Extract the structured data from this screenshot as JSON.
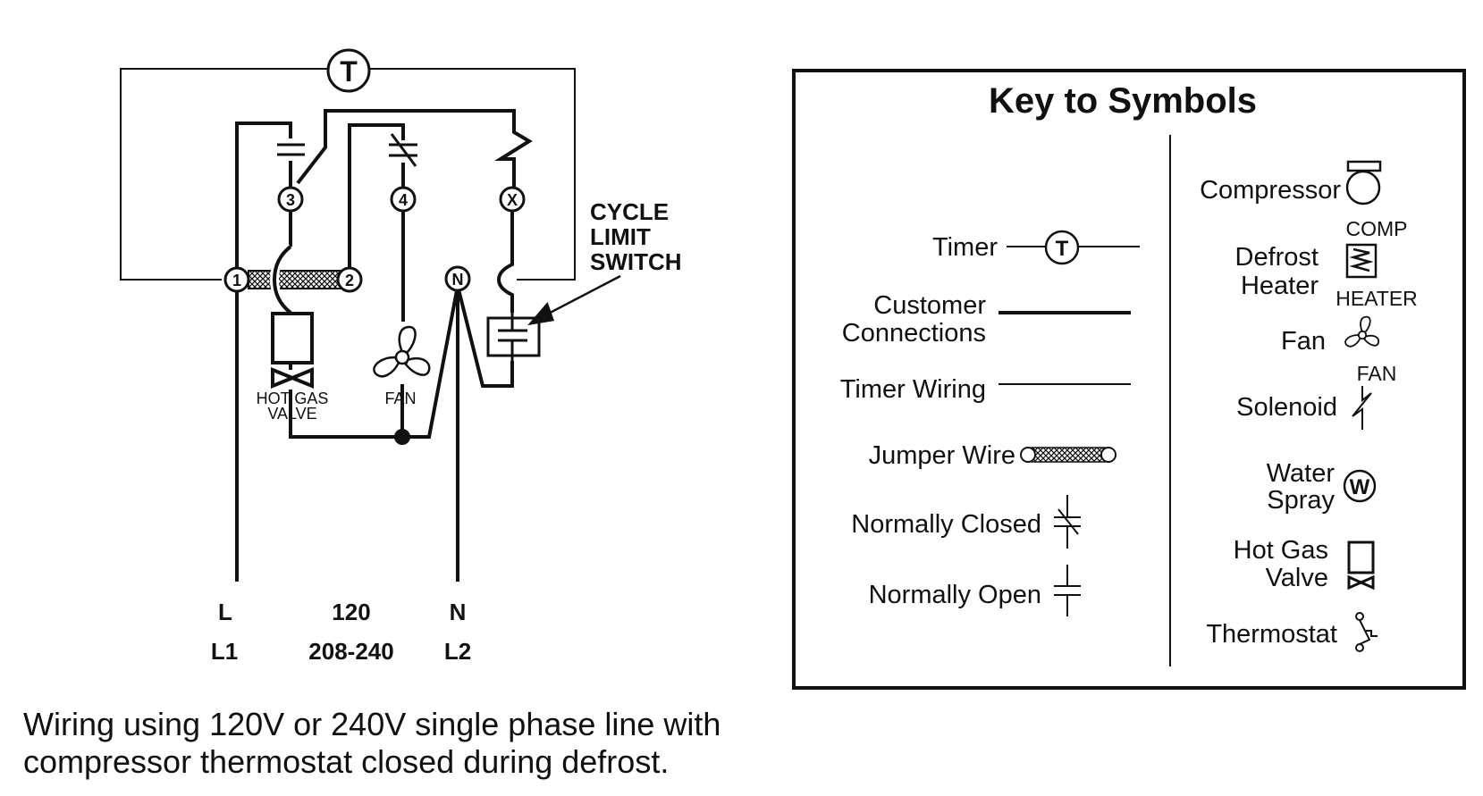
{
  "wiring": {
    "timer_symbol": "T",
    "terminals": {
      "t1": "1",
      "t2": "2",
      "t3": "3",
      "t4": "4",
      "tx": "X",
      "tn": "N"
    },
    "cycle_limit_switch": [
      "CYCLE",
      "LIMIT",
      "SWITCH"
    ],
    "hot_gas_valve": [
      "HOT GAS",
      "VALVE"
    ],
    "fan": "FAN",
    "supply_labels": {
      "row1": [
        "L",
        "120",
        "N"
      ],
      "row2": [
        "L1",
        "208-240",
        "L2"
      ]
    }
  },
  "caption": [
    "Wiring using 120V or 240V single phase line with",
    "compressor thermostat closed during defrost."
  ],
  "key": {
    "title": "Key to Symbols",
    "left": {
      "timer": "Timer",
      "timer_symbol": "T",
      "customer_connections": [
        "Customer",
        "Connections"
      ],
      "timer_wiring": "Timer Wiring",
      "jumper_wire": "Jumper Wire",
      "normally_closed": "Normally Closed",
      "normally_open": "Normally Open"
    },
    "right": {
      "compressor": "Compressor",
      "comp": "COMP",
      "defrost_heater": [
        "Defrost",
        "Heater"
      ],
      "heater": "HEATER",
      "fan": "Fan",
      "fan_caption": "FAN",
      "solenoid": "Solenoid",
      "water_spray": [
        "Water",
        "Spray"
      ],
      "water_symbol": "W",
      "hot_gas_valve": [
        "Hot Gas",
        "Valve"
      ],
      "thermostat": "Thermostat"
    }
  }
}
